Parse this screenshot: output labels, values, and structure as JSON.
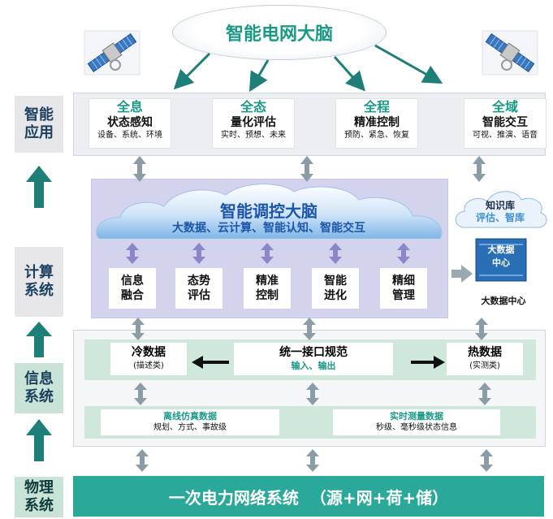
{
  "brain_title": "智能电网大脑",
  "layers": [
    {
      "label": "智能\n应用"
    },
    {
      "label": "计算\n系统"
    },
    {
      "label": "信息\n系统"
    },
    {
      "label": "物理\n系统"
    }
  ],
  "app_cards": [
    {
      "title": "全息",
      "subtitle": "状态感知",
      "detail": "设备、系统、环境"
    },
    {
      "title": "全态",
      "subtitle": "量化评估",
      "detail": "实时、预想、未来"
    },
    {
      "title": "全程",
      "subtitle": "精准控制",
      "detail": "预防、紧急、恢复"
    },
    {
      "title": "全域",
      "subtitle": "智能交互",
      "detail": "可视、推演、语音"
    }
  ],
  "control_cloud": {
    "title": "智能调控大脑",
    "subtitle": "大数据、云计算、智能认知、智能交互"
  },
  "functions": [
    "信息\n融合",
    "态势\n评估",
    "精准\n控制",
    "智能\n进化",
    "精细\n管理"
  ],
  "knowledge_cloud": {
    "title": "知识库",
    "subtitle": "评估、智库"
  },
  "bigdata": {
    "icon_text": "大数据\n中心",
    "label": "大数据中心"
  },
  "info": {
    "cold": {
      "title": "冷数据",
      "sub": "(描述类)"
    },
    "unified": {
      "title": "统一接口规范",
      "sub": "输入、输出"
    },
    "hot": {
      "title": "热数据",
      "sub": "(实测类)"
    },
    "offline": {
      "title": "离线仿真数据",
      "sub": "规划、方式、事故级"
    },
    "realtime": {
      "title": "实时测量数据",
      "sub": "秒级、毫秒级状态信息"
    }
  },
  "physical": "一次电力网络系统  （源+网+荷+储）",
  "colors": {
    "teal": "#1a9a86",
    "cloud_blue": "#3d8fd6",
    "lavender": "#d4d3ee",
    "physical": "#2aa89a"
  }
}
